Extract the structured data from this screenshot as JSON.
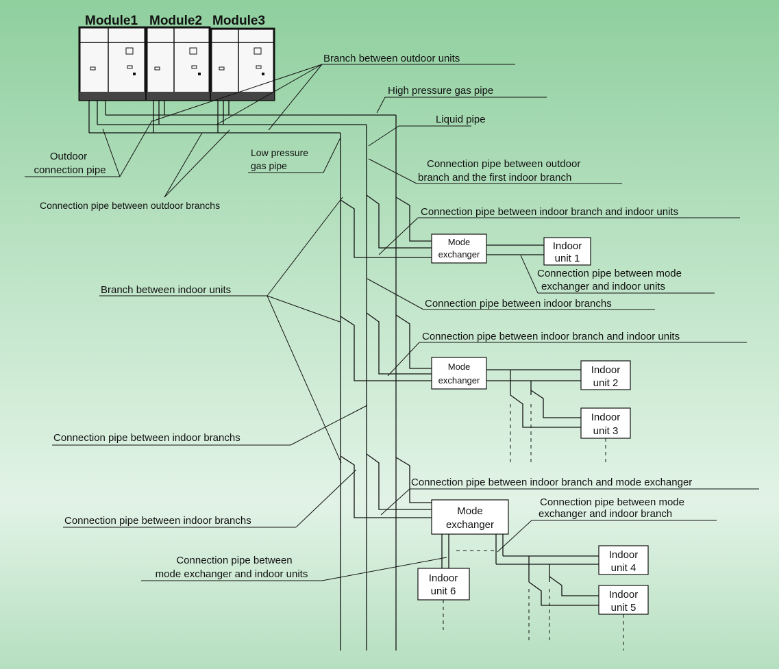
{
  "colors": {
    "background_top": "#8fcf9e",
    "background_bottom": "#e2f3e6",
    "line": "#111111",
    "unit_fill": "#ffffff"
  },
  "modules": [
    "Module1",
    "Module2",
    "Module3"
  ],
  "labels": {
    "branch_outdoor": "Branch between outdoor units",
    "high_pressure": "High pressure gas pipe",
    "liquid": "Liquid pipe",
    "outdoor_conn_1": "Outdoor",
    "outdoor_conn_2": "connection pipe",
    "low_pressure_1": "Low pressure",
    "low_pressure_2": "gas pipe",
    "outdoor_branch_conn": "Connection pipe between outdoor branchs",
    "outdoor_first_indoor_1": "Connection pipe between outdoor",
    "outdoor_first_indoor_2": "branch and the first indoor branch",
    "indoor_branch_unit_1": "Connection pipe between indoor branch and indoor units",
    "mode_ex_indoor_1a": "Connection pipe between mode",
    "mode_ex_indoor_1b": "exchanger and indoor units",
    "branch_indoor": "Branch between indoor units",
    "indoor_branchs_1": "Connection pipe between indoor branchs",
    "indoor_branch_unit_2": "Connection pipe between indoor branch and indoor units",
    "indoor_branchs_2": "Connection pipe between indoor branchs",
    "indoor_branch_mode_ex": "Connection pipe between indoor branch and mode exchanger",
    "mode_ex_branch_a": "Connection pipe between mode",
    "mode_ex_branch_b": "exchanger and indoor branch",
    "indoor_branchs_3": "Connection pipe between indoor branchs",
    "mode_ex_indoor_2a": "Connection pipe between",
    "mode_ex_indoor_2b": "mode exchanger and indoor units"
  },
  "units": {
    "mode_ex_1_a": "Mode",
    "mode_ex_1_b": "exchanger",
    "mode_ex_2_a": "Mode",
    "mode_ex_2_b": "exchanger",
    "mode_ex_3_a": "Mode",
    "mode_ex_3_b": "exchanger",
    "iu1_a": "Indoor",
    "iu1_b": "unit 1",
    "iu2_a": "Indoor",
    "iu2_b": "unit 2",
    "iu3_a": "Indoor",
    "iu3_b": "unit 3",
    "iu4_a": "Indoor",
    "iu4_b": "unit 4",
    "iu5_a": "Indoor",
    "iu5_b": "unit 5",
    "iu6_a": "Indoor",
    "iu6_b": "unit 6"
  }
}
